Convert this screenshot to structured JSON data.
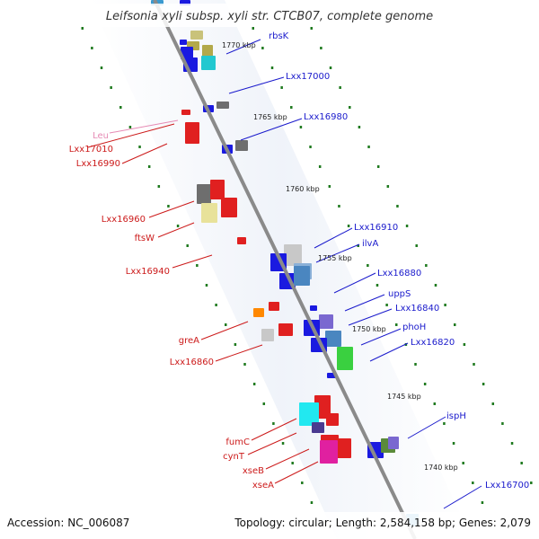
{
  "title": "Leifsonia xyli subsp. xyli str. CTCB07, complete genome",
  "footer": {
    "accession": "Accession: NC_006087",
    "summary": "Topology: circular; Length: 2,584,158 bp; Genes: 2,079"
  },
  "colors": {
    "forward_label": "#1a1acc",
    "reverse_label": "#cc1a1a",
    "trna_label": "#e68ab4",
    "tick": "#1f7a1f",
    "backbone": "#8a8a8a"
  },
  "scale_labels": [
    "1770 kbp",
    "1765 kbp",
    "1760 kbp",
    "1755 kbp",
    "1750 kbp",
    "1745 kbp",
    "1740 kbp"
  ],
  "forward_genes": [
    "rbsK",
    "Lxx17000",
    "Lxx16980",
    "Lxx16910",
    "ilvA",
    "Lxx16880",
    "uppS",
    "Lxx16840",
    "phoH",
    "Lxx16820",
    "ispH",
    "Lxx16700"
  ],
  "reverse_genes": [
    "Leu",
    "Lxx17010",
    "Lxx16990",
    "Lxx16960",
    "ftsW",
    "Lxx16940",
    "greA",
    "Lxx16860",
    "fumC",
    "cynT",
    "xseB",
    "xseA"
  ]
}
